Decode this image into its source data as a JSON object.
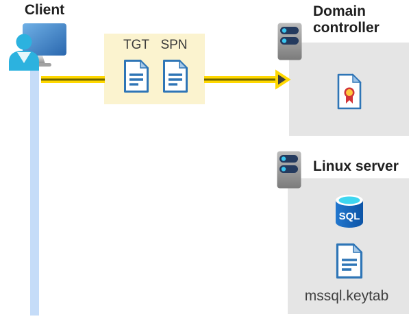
{
  "client": {
    "label": "Client"
  },
  "ticket_box": {
    "tgt_label": "TGT",
    "spn_label": "SPN"
  },
  "domain_controller": {
    "label": "Domain controller"
  },
  "linux_server": {
    "label": "Linux server",
    "sql_badge": "SQL",
    "keytab_filename": "mssql.keytab"
  },
  "colors": {
    "highlight_yellow": "#FBF3CF",
    "arrow_gold": "#FFD800",
    "arrow_core_olive": "#6F6500",
    "arrowhead_gray": "#3F3F3F",
    "panel_gray": "#E5E5E5",
    "document_blue": "#2E75B6",
    "document_fold_blue": "#A7C9E8",
    "sql_cylinder_blue": "#0D55A6",
    "sql_top_cyan": "#3ED6F0",
    "client_cyan": "#2CB2DF",
    "monitor_blue": "#2E6CB1",
    "connector_light_blue": "#C5DCF8",
    "server_slot_navy": "#243A5E",
    "server_dot_cyan": "#3AC6F0",
    "certificate_red": "#D13438",
    "certificate_yellow": "#FFC83D",
    "label_gray": "#3A3A3A",
    "title_black": "#1F1F1F"
  }
}
